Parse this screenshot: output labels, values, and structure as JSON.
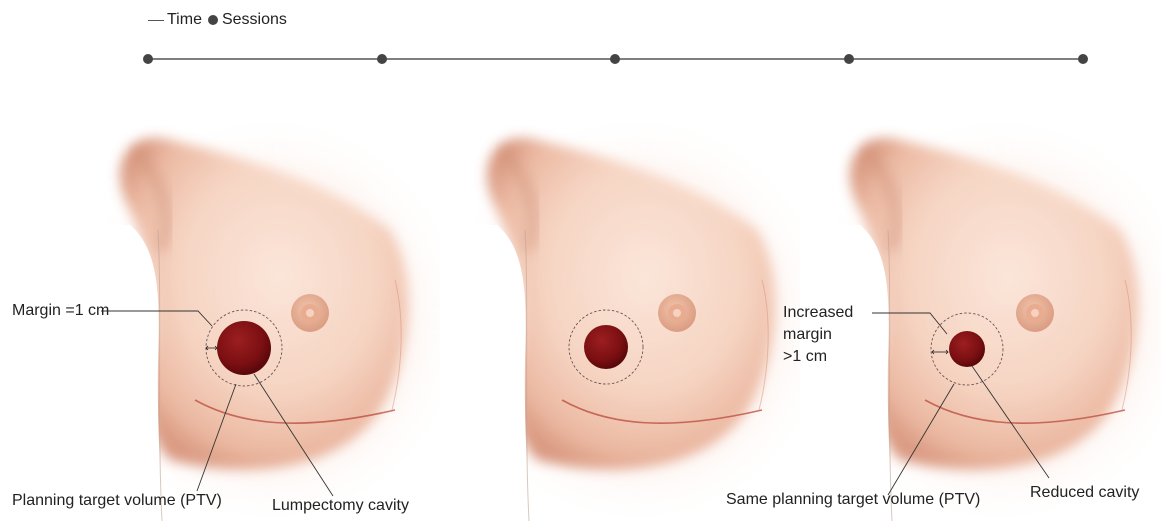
{
  "legend": {
    "time_label": "Time",
    "sessions_label": "Sessions"
  },
  "timeline": {
    "session_count": 5
  },
  "panels": [
    {
      "margin_label": "Margin =1 cm",
      "ptv_label": "Planning target volume (PTV)",
      "cavity_label": "Lumpectomy cavity"
    },
    {},
    {
      "margin_label_lines": [
        "Increased",
        "margin",
        ">1 cm"
      ],
      "ptv_label": "Same planning target volume (PTV)",
      "cavity_label": "Reduced cavity"
    }
  ],
  "colors": {
    "skin": "#f4cdb8",
    "skin_shadow": "#d9967b",
    "cavity": "#7a0f12",
    "timeline": "#555555"
  }
}
